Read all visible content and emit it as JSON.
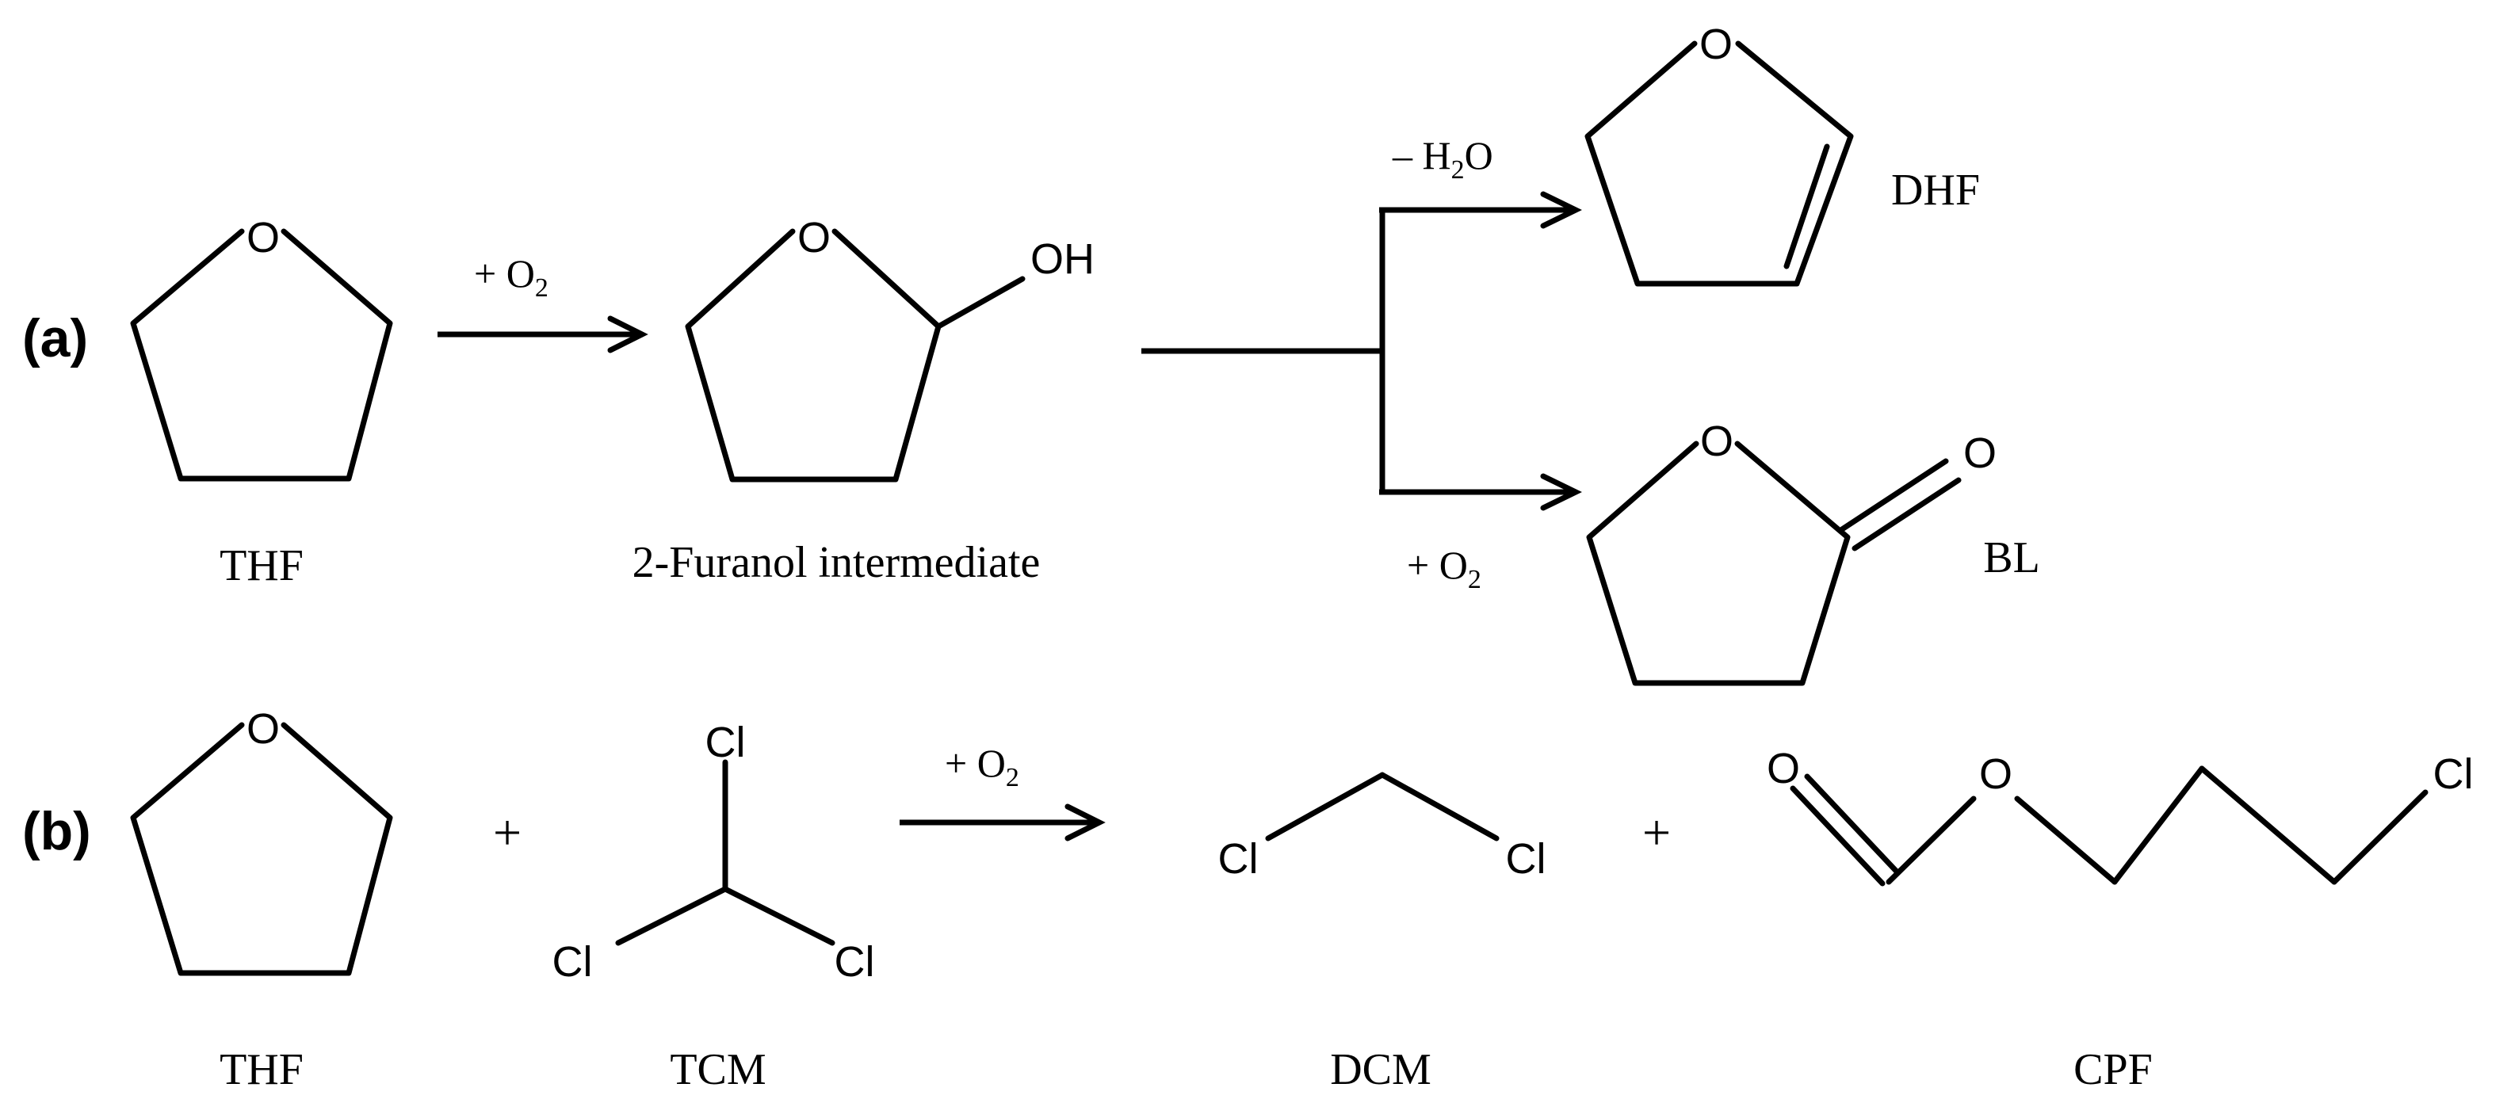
{
  "panels": {
    "a": {
      "tag": "(a)",
      "reactant_label": "THF",
      "reaction_cond": {
        "prefix": "+ O",
        "sub": "2"
      },
      "intermediate_label": "2-Furanol intermediate",
      "intermediate_oh": "OH",
      "upper_cond": {
        "prefix": "– H",
        "sub": "2",
        "suffix": "O"
      },
      "lower_cond": {
        "prefix": "+ O",
        "sub": "2"
      },
      "product_upper_label": "DHF",
      "product_lower_label": "BL",
      "ring_o": "O",
      "carbonyl_o": "O"
    },
    "b": {
      "tag": "(b)",
      "plus": "+",
      "plus2": "+",
      "reaction_cond": {
        "prefix": "+ O",
        "sub": "2"
      },
      "thf_label": "THF",
      "tcm_label": "TCM",
      "dcm_label": "DCM",
      "cpf_label": "CPF",
      "ring_o": "O",
      "cl": "Cl",
      "ester_o_carbonyl": "O",
      "ester_o_link": "O"
    }
  }
}
